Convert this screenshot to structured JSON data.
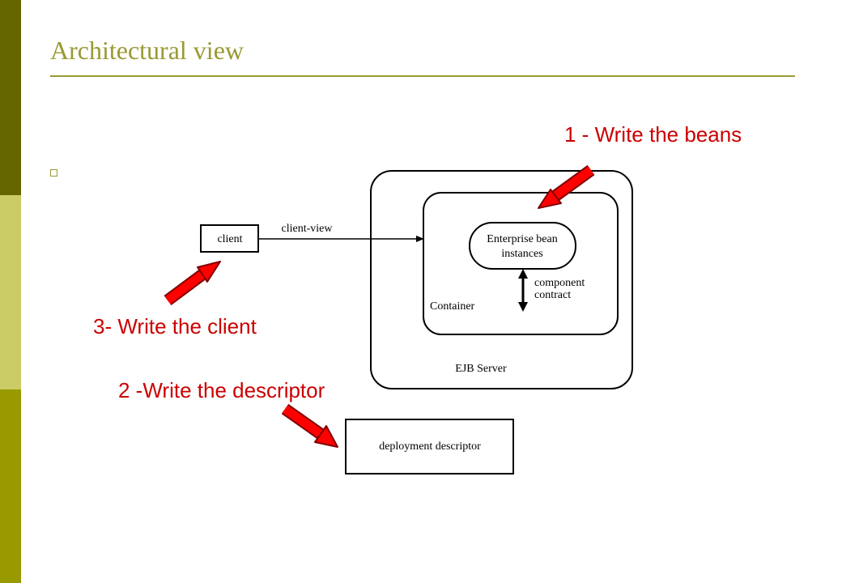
{
  "slide": {
    "title": "Architectural view",
    "colors": {
      "sidebar": [
        "#666600",
        "#cccc66",
        "#999900"
      ],
      "title": "#999933",
      "annotation": "#cc0000",
      "arrow_fill": "#ff0000"
    }
  },
  "diagram": {
    "client": "client",
    "client_view": "client-view",
    "enterprise_bean_line1": "Enterprise bean",
    "enterprise_bean_line2": "instances",
    "component_line1": "component",
    "component_line2": "contract",
    "container": "Container",
    "ejb_server": "EJB Server",
    "deployment_descriptor": "deployment descriptor"
  },
  "annotations": {
    "step1": "1 - Write the beans",
    "step2": "2 -Write the descriptor",
    "step3": "3- Write the client"
  }
}
